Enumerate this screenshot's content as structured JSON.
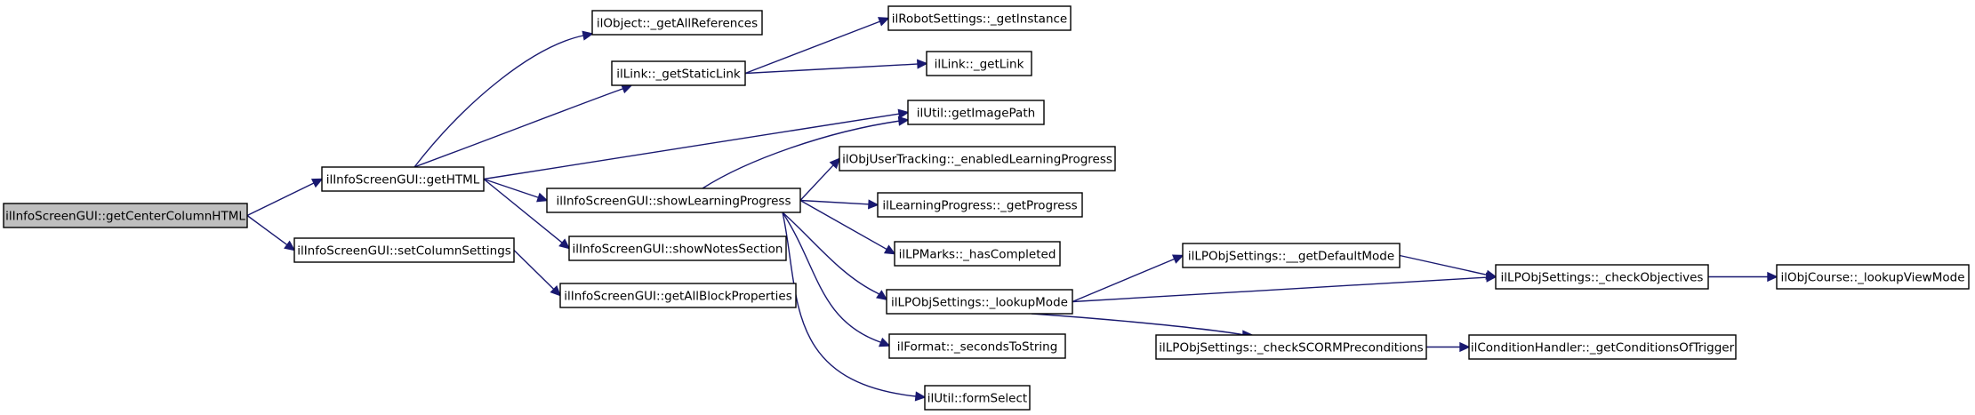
{
  "diagram": {
    "type": "call-graph",
    "colors": {
      "edge": "#191970",
      "root_fill": "#bfbfbf",
      "node_fill": "#ffffff",
      "node_stroke": "#000000"
    },
    "nodes": [
      {
        "id": "n0",
        "label": "ilInfoScreenGUI::getCenterColumnHTML",
        "root": true
      },
      {
        "id": "n1",
        "label": "ilInfoScreenGUI::getHTML"
      },
      {
        "id": "n2",
        "label": "ilInfoScreenGUI::setColumnSettings"
      },
      {
        "id": "n3",
        "label": "ilObject::_getAllReferences"
      },
      {
        "id": "n4",
        "label": "ilLink::_getStaticLink"
      },
      {
        "id": "n5",
        "label": "ilInfoScreenGUI::showLearningProgress"
      },
      {
        "id": "n6",
        "label": "ilInfoScreenGUI::showNotesSection"
      },
      {
        "id": "n7",
        "label": "ilInfoScreenGUI::getAllBlockProperties"
      },
      {
        "id": "n8",
        "label": "ilRobotSettings::_getInstance"
      },
      {
        "id": "n9",
        "label": "ilLink::_getLink"
      },
      {
        "id": "n10",
        "label": "ilUtil::getImagePath"
      },
      {
        "id": "n11",
        "label": "ilObjUserTracking::_enabledLearningProgress"
      },
      {
        "id": "n12",
        "label": "ilLearningProgress::_getProgress"
      },
      {
        "id": "n13",
        "label": "ilLPMarks::_hasCompleted"
      },
      {
        "id": "n14",
        "label": "ilLPObjSettings::_lookupMode"
      },
      {
        "id": "n15",
        "label": "ilFormat::_secondsToString"
      },
      {
        "id": "n16",
        "label": "ilUtil::formSelect"
      },
      {
        "id": "n17",
        "label": "ilLPObjSettings::__getDefaultMode"
      },
      {
        "id": "n18",
        "label": "ilLPObjSettings::_checkSCORMPreconditions"
      },
      {
        "id": "n19",
        "label": "ilLPObjSettings::_checkObjectives"
      },
      {
        "id": "n20",
        "label": "ilConditionHandler::_getConditionsOfTrigger"
      },
      {
        "id": "n21",
        "label": "ilObjCourse::_lookupViewMode"
      }
    ],
    "edges": [
      [
        "n0",
        "n1"
      ],
      [
        "n0",
        "n2"
      ],
      [
        "n1",
        "n3"
      ],
      [
        "n1",
        "n4"
      ],
      [
        "n1",
        "n10"
      ],
      [
        "n1",
        "n5"
      ],
      [
        "n1",
        "n6"
      ],
      [
        "n2",
        "n7"
      ],
      [
        "n4",
        "n8"
      ],
      [
        "n4",
        "n9"
      ],
      [
        "n5",
        "n10"
      ],
      [
        "n5",
        "n11"
      ],
      [
        "n5",
        "n12"
      ],
      [
        "n5",
        "n13"
      ],
      [
        "n5",
        "n14"
      ],
      [
        "n5",
        "n15"
      ],
      [
        "n5",
        "n16"
      ],
      [
        "n14",
        "n17"
      ],
      [
        "n14",
        "n19"
      ],
      [
        "n14",
        "n18"
      ],
      [
        "n17",
        "n19"
      ],
      [
        "n18",
        "n20"
      ],
      [
        "n19",
        "n21"
      ]
    ]
  }
}
